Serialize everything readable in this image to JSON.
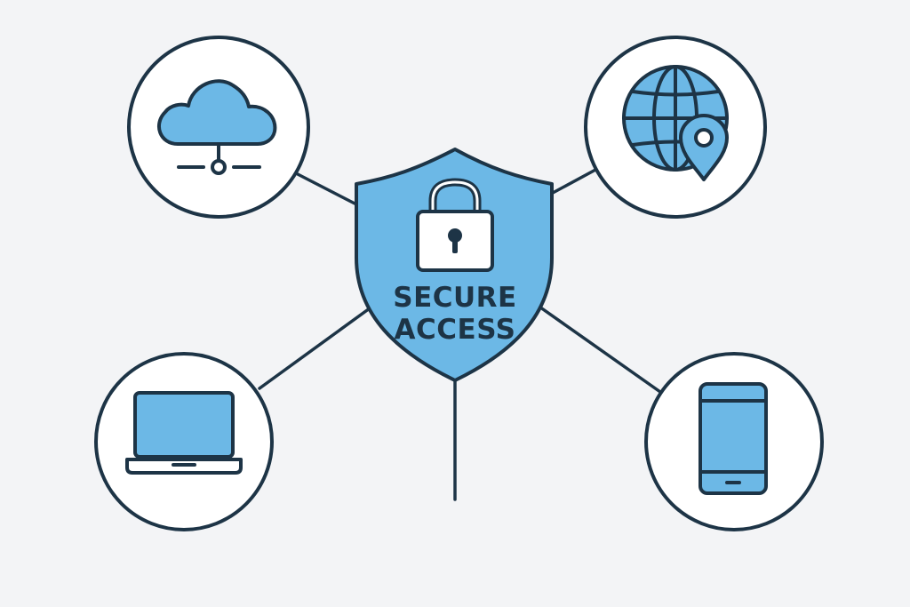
{
  "shield": {
    "line1": "SECURE",
    "line2": "ACCESS"
  },
  "nodes": [
    {
      "id": "cloud",
      "icon": "cloud-network-icon"
    },
    {
      "id": "globe",
      "icon": "globe-location-pin-icon"
    },
    {
      "id": "laptop",
      "icon": "laptop-icon"
    },
    {
      "id": "phone",
      "icon": "smartphone-icon"
    }
  ],
  "colors": {
    "background": "#f3f4f6",
    "outline": "#1d3446",
    "fill": "#6cb8e6",
    "node_fill": "#ffffff"
  }
}
